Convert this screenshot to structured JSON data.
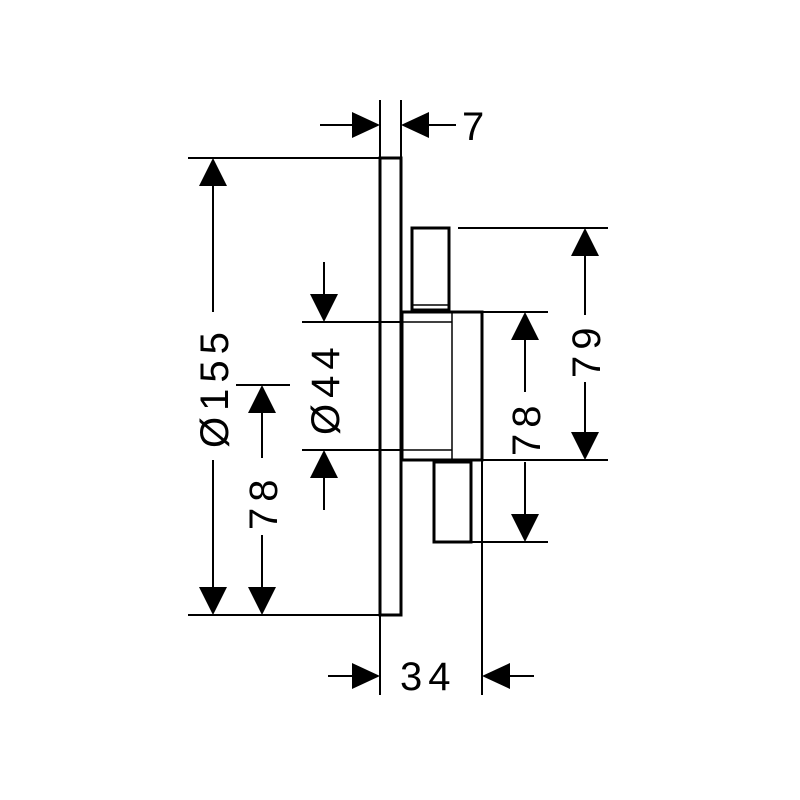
{
  "dimensions": {
    "thickness_top": "7",
    "diameter_plate": "Ø155",
    "diameter_handle": "Ø44",
    "center_height_left": "78",
    "center_height_right": "78",
    "body_height_right": "79",
    "depth_bottom": "34"
  }
}
